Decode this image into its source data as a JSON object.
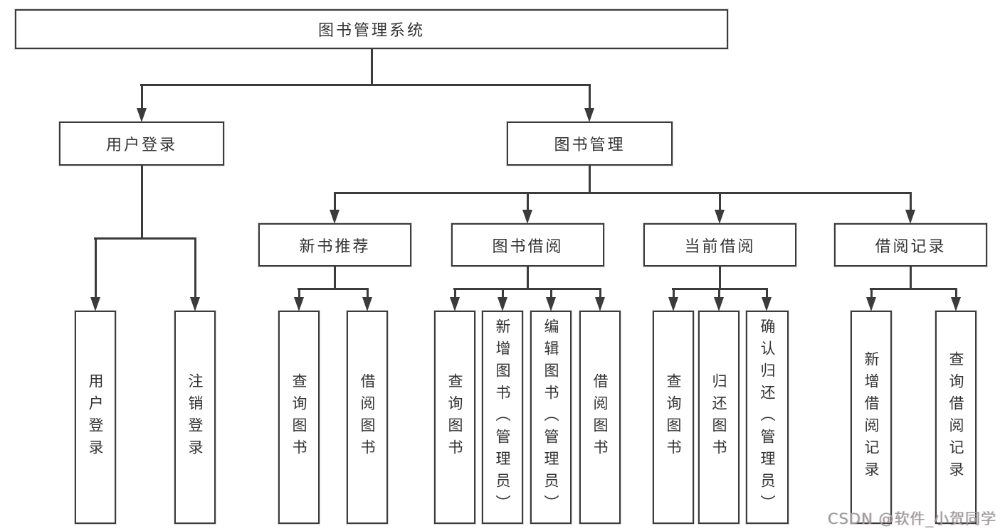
{
  "tree": {
    "root": {
      "label": "图书管理系统",
      "children": [
        {
          "label": "用户登录",
          "children": [
            {
              "label": "用户登录"
            },
            {
              "label": "注销登录"
            }
          ]
        },
        {
          "label": "图书管理",
          "children": [
            {
              "label": "新书推荐",
              "children": [
                {
                  "label": "查询图书"
                },
                {
                  "label": "借阅图书"
                }
              ]
            },
            {
              "label": "图书借阅",
              "children": [
                {
                  "label": "查询图书"
                },
                {
                  "label": "新增图书（管理员）"
                },
                {
                  "label": "编辑图书（管理员）"
                },
                {
                  "label": "借阅图书"
                }
              ]
            },
            {
              "label": "当前借阅",
              "children": [
                {
                  "label": "查询图书"
                },
                {
                  "label": "归还图书"
                },
                {
                  "label": "确认归还（管理员）"
                }
              ]
            },
            {
              "label": "借阅记录",
              "children": [
                {
                  "label": "新增借阅记录"
                },
                {
                  "label": "查询借阅记录"
                }
              ]
            }
          ]
        }
      ]
    }
  },
  "watermark": {
    "text": "CSDN @软件_小贺同学"
  },
  "colors": {
    "line": "#3b3b3b",
    "text": "#333333",
    "background": "#ffffff",
    "watermark": "#9b9b9b"
  }
}
